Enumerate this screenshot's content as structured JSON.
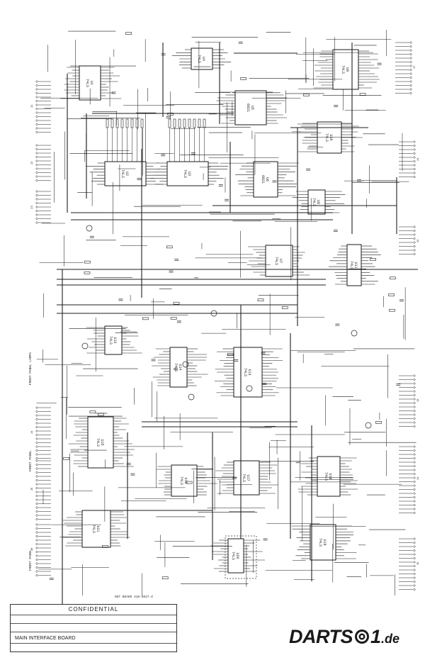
{
  "title_block": {
    "confidential": "CONFIDENTIAL",
    "board_name": "MAIN INTERFACE BOARD"
  },
  "board_ref": "REF BOARD 310-0027-Z",
  "watermark": {
    "brand_left": "DARTS",
    "brand_mid": "1",
    "brand_right": ".de"
  },
  "chips": [
    {
      "id": "U1",
      "part": "74LS"
    },
    {
      "id": "U2",
      "part": "74LS"
    },
    {
      "id": "U3",
      "part": "74LS"
    },
    {
      "id": "U4",
      "part": "74LS"
    },
    {
      "id": "U5",
      "part": "6821"
    },
    {
      "id": "U6",
      "part": "6821"
    },
    {
      "id": "U7",
      "part": "74LS"
    },
    {
      "id": "U8",
      "part": "74LS"
    },
    {
      "id": "U9",
      "part": "74LS"
    },
    {
      "id": "U10",
      "part": "74LS"
    },
    {
      "id": "U11",
      "part": "74LS"
    },
    {
      "id": "U12",
      "part": "74LS"
    },
    {
      "id": "U13",
      "part": "74LS"
    },
    {
      "id": "U14",
      "part": "74LS"
    },
    {
      "id": "U15",
      "part": "74LS"
    },
    {
      "id": "U16",
      "part": "74LS"
    },
    {
      "id": "U17",
      "part": "74LS"
    },
    {
      "id": "U18",
      "part": "74LS"
    },
    {
      "id": "U19",
      "part": "74LS"
    },
    {
      "id": "U20",
      "part": "74LS"
    },
    {
      "id": "U21",
      "part": "74LS"
    }
  ],
  "side_labels": [
    "FRONT PANEL LAMPS",
    "FRONT PANEL",
    "FRONT PANEL"
  ],
  "connectors": [
    "J1",
    "J2",
    "J3",
    "J4",
    "J5",
    "J6",
    "J7"
  ]
}
